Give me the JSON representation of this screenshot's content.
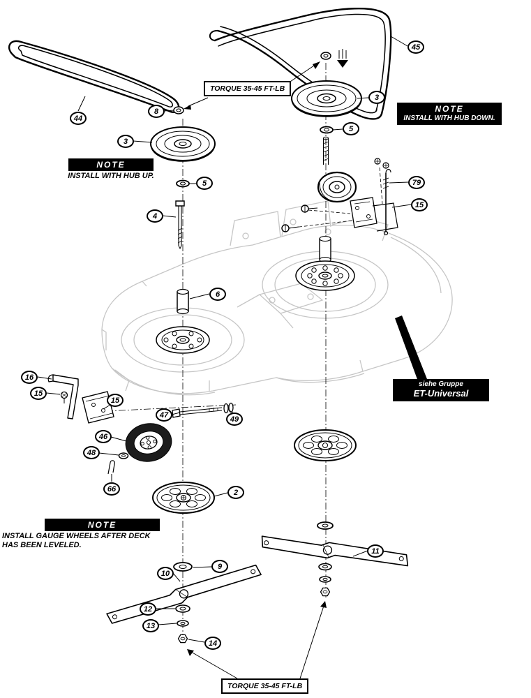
{
  "callouts": [
    "44",
    "8",
    "3",
    "45",
    "3",
    "5",
    "5",
    "4",
    "79",
    "15",
    "6",
    "16",
    "15",
    "15",
    "47",
    "49",
    "46",
    "48",
    "66",
    "2",
    "11",
    "9",
    "10",
    "12",
    "13",
    "14"
  ],
  "notes": {
    "note_title": "NOTE",
    "hub_up": "INSTALL WITH HUB UP.",
    "hub_down": "INSTALL WITH HUB DOWN.",
    "gauge_line1": "INSTALL GAUGE WHEELS AFTER DECK",
    "gauge_line2": "HAS BEEN LEVELED.",
    "torque": "TORQUE 35-45 FT-LB",
    "group_ref_line1": "siehe Gruppe",
    "group_ref_line2": "ET-Universal"
  },
  "colors": {
    "deck_outline": "#c6c6c6",
    "line": "#000000",
    "background": "#ffffff"
  }
}
